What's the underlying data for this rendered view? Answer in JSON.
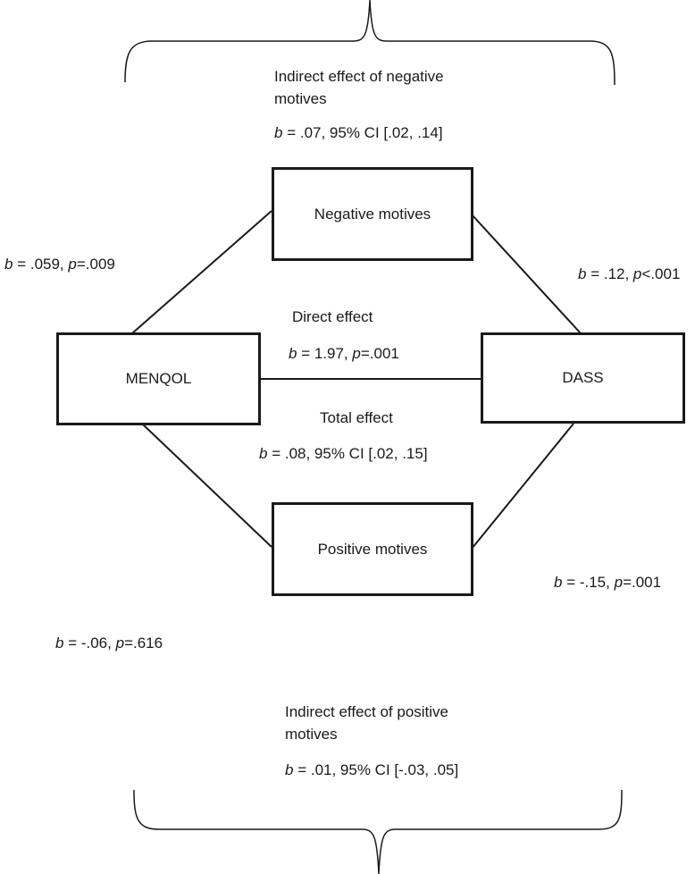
{
  "nodes": {
    "menqol": "MENQOL",
    "dass": "DASS",
    "negative": "Negative motives",
    "positive": "Positive motives"
  },
  "indirect_negative": {
    "title_line1": "Indirect effect of negative",
    "title_line2": "motives",
    "stat_b": "b",
    "stat_rest": " = .07, 95% CI [.02, .14]"
  },
  "indirect_positive": {
    "title_line1": "Indirect effect of positive",
    "title_line2": "motives",
    "stat_b": "b",
    "stat_rest": " = .01, 95% CI [-.03, .05]"
  },
  "paths": {
    "menqol_to_negative": {
      "b": "b",
      "mid": " = .059, ",
      "p": "p",
      "tail": "=.009"
    },
    "negative_to_dass": {
      "b": "b",
      "mid": " = .12, ",
      "p": "p",
      "tail": "<.001"
    },
    "menqol_to_positive": {
      "b": "b",
      "mid": " = -.06, ",
      "p": "p",
      "tail": "=.616"
    },
    "positive_to_dass": {
      "b": "b",
      "mid": " = -.15, ",
      "p": "p",
      "tail": "=.001"
    }
  },
  "direct_effect": {
    "title": "Direct effect",
    "b": "b",
    "mid": " = 1.97, ",
    "p": "p",
    "tail": "=.001"
  },
  "total_effect": {
    "title": "Total effect",
    "b": "b",
    "rest": " = .08, 95% CI [.02, .15]"
  }
}
